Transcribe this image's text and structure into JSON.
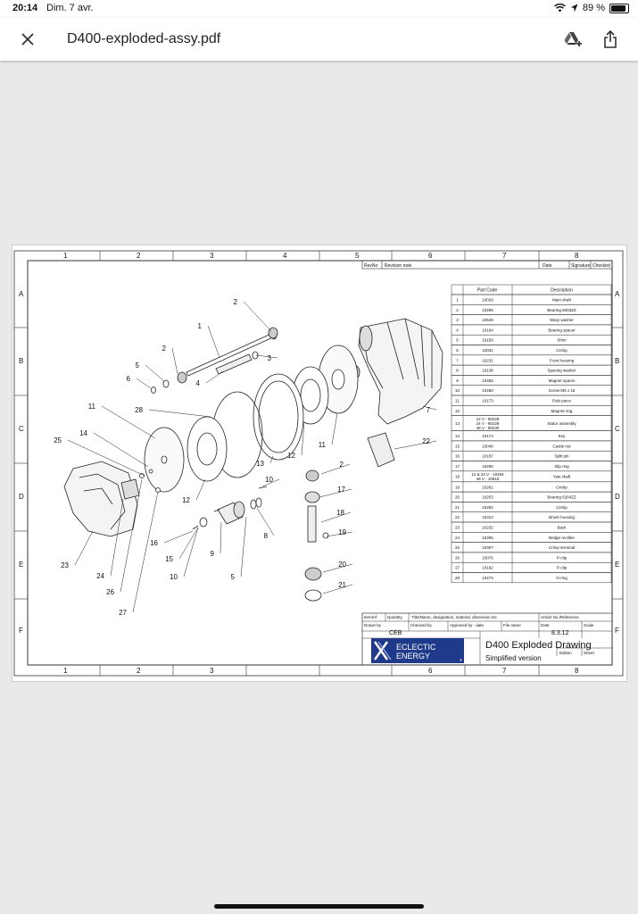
{
  "status_bar": {
    "time": "20:14",
    "date": "Dim. 7 avr.",
    "battery": "89 %",
    "battery_level": 0.89
  },
  "toolbar": {
    "close_icon": "close-icon",
    "title": "D400-exploded-assy.pdf",
    "drive_icon": "add-to-drive-icon",
    "share_icon": "share-icon"
  },
  "drawing": {
    "col_labels": [
      "1",
      "2",
      "3",
      "4",
      "5",
      "6",
      "7",
      "8"
    ],
    "row_labels": [
      "A",
      "B",
      "C",
      "D",
      "E",
      "F"
    ],
    "revision_header": {
      "rev": "RevNo",
      "note": "Revision note",
      "date": "Date",
      "signature": "Signature",
      "checked": "Checked"
    },
    "parts_header": {
      "code": "Part Code",
      "desc": "Description"
    },
    "parts": [
      {
        "n": "1",
        "code": "10029",
        "desc": "Main shaft"
      },
      {
        "n": "2",
        "code": "10295",
        "desc": "Bearing 6003ZZ"
      },
      {
        "n": "3",
        "code": "10549",
        "desc": "Wavy washer"
      },
      {
        "n": "4",
        "code": "10164",
        "desc": "Bearing spacer"
      },
      {
        "n": "5",
        "code": "10159",
        "desc": "Shim"
      },
      {
        "n": "6",
        "code": "10031",
        "desc": "Circlip"
      },
      {
        "n": "7",
        "code": "10231",
        "desc": "Front housing"
      },
      {
        "n": "8",
        "code": "10138",
        "desc": "Spacing washer"
      },
      {
        "n": "9",
        "code": "10456",
        "desc": "Magnet spacer"
      },
      {
        "n": "10",
        "code": "10460",
        "desc": "Screw M5 x 16"
      },
      {
        "n": "11",
        "code": "10173",
        "desc": "Pole piece"
      },
      {
        "n": "12",
        "code": "",
        "desc": "Magnet ring"
      },
      {
        "n": "13",
        "code": "12 V - 90228\n24 V - 90229\n48 V - 90230",
        "desc": "Stator assembly"
      },
      {
        "n": "14",
        "code": "10174",
        "desc": "Key"
      },
      {
        "n": "15",
        "code": "10040",
        "desc": "Castle nut"
      },
      {
        "n": "16",
        "code": "10187",
        "desc": "Split pin"
      },
      {
        "n": "17",
        "code": "10280",
        "desc": "Slip ring"
      },
      {
        "n": "18",
        "code": "12 & 24 V - 10494\n48 V - 10615",
        "desc": "Yaw shaft"
      },
      {
        "n": "19",
        "code": "10281",
        "desc": "Circlip"
      },
      {
        "n": "20",
        "code": "10253",
        "desc": "Bearing 6204ZZ"
      },
      {
        "n": "21",
        "code": "10282",
        "desc": "Circlip"
      },
      {
        "n": "22",
        "code": "10312",
        "desc": "Brush housing"
      },
      {
        "n": "23",
        "code": "10232",
        "desc": "Back"
      },
      {
        "n": "24",
        "code": "10305",
        "desc": "Bridge rectifier"
      },
      {
        "n": "25",
        "code": "10397",
        "desc": "Crimp terminal"
      },
      {
        "n": "26",
        "code": "10076",
        "desc": "P-clip"
      },
      {
        "n": "27",
        "code": "10192",
        "desc": "P-clip"
      },
      {
        "n": "28",
        "code": "10273",
        "desc": "O-ring"
      }
    ],
    "callouts": [
      "1",
      "2",
      "2",
      "3",
      "4",
      "5",
      "6",
      "28",
      "11",
      "14",
      "25",
      "11",
      "12",
      "13",
      "12",
      "7",
      "22",
      "2",
      "10",
      "17",
      "18",
      "19",
      "20",
      "21",
      "8",
      "5",
      "9",
      "10",
      "15",
      "16",
      "23",
      "24",
      "26",
      "27"
    ],
    "title_block": {
      "itemref": "Itemref",
      "quantity": "Quantity",
      "title_label": "Title/Name, designation, material, dimension etc",
      "article_label": "Article No./Reference",
      "drawn_by": "Drawn by",
      "checked_by": "Checked by",
      "approved_by": "Approved by - date",
      "file_name": "File name",
      "date_label": "Date",
      "scale_label": "Scale",
      "drawn_value": "CEB",
      "date_value": "8.3.12",
      "logo_line1": "ECLECTIC",
      "logo_line2": "ENERGY",
      "logo_mark": "®",
      "drawing_title": "D400 Exploded Drawing",
      "subtitle": "Simplified version",
      "edition": "Edition",
      "sheet": "Sheet",
      "brand_color": "#1f3a8a"
    }
  }
}
